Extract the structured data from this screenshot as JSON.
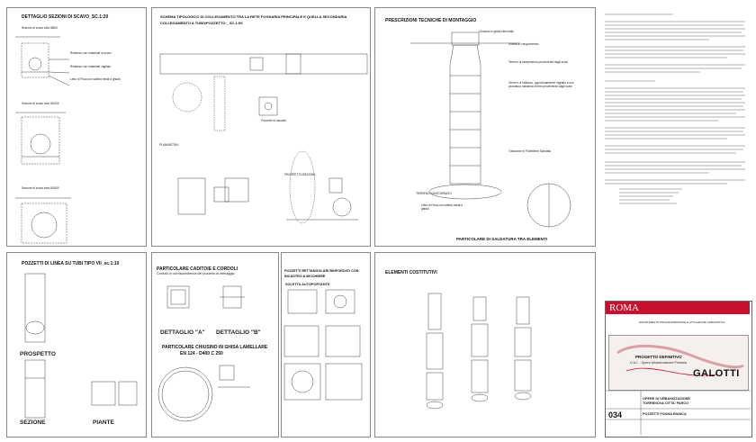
{
  "panels": {
    "p1_title": "DETTAGLIO SEZIONI DI SCAVO_SC.1:20",
    "p1_sub1": "Sezione di scavo tubo Ø800",
    "p1_sub2": "Sezione di scavo tubo Ø1200",
    "p1_sub3": "Sezione di scavo tubo Ø1600",
    "p1_notes": [
      "Rinfianco con materiale di scavo",
      "Rinfianco con materiale vagliato",
      "Letto di Posa con sabbia mista a ghiaia"
    ],
    "p2_title": "SCHEMA TIPOLOGICO DI COLLEGAMENTO TRA LA RETE FOGNARIA PRINCIPALE E QUELLA SECONDARIA",
    "p2_sub": "COLLEGAMENTO A TUBO/POZZETTO _ SC.1:50",
    "p2_labels": [
      "PLANIMETRIA",
      "PROSPETTO/SEZIONE",
      "Pozzetto di raccolta"
    ],
    "p3_title": "PRESCRIZIONI TECNICHE DI MONTAGGIO",
    "p3_notes": [
      "Chiusino in ghisa sferoidale",
      "Soletta in conglomerato",
      "Terreno di riempimento proveniente dagli scavi",
      "Terreno di rinfianco, opportunamente vagliato e con pezzatura massima 40mm proveniente dagli scavi",
      "Tubazione in Polietilene Spiralato",
      "TERRENO INDISTURBATO",
      "Letto di Posa con sabbia mista a ghiaia"
    ],
    "p3_sub": "PARTICOLARE DI SALDATURA TRA ELEMENTI",
    "p4_title": "POZZETTI DI LINEA SU TUBI TIPO VII_sc.1:10",
    "p4_labels": [
      "PROSPETTO",
      "SEZIONE",
      "PIANTE"
    ],
    "p5_title": "PARTICOLARE CADITOIE E CORDOLI",
    "p5_sub": "Cordolo in corrispondenza dei pozzetti di drenaggio",
    "p5_labels": [
      "DETTAGLIO \"A\"",
      "DETTAGLIO \"B\""
    ],
    "p5_title2": "PARTICOLARE CHIUSINO IN GHISA LAMELLARE",
    "p5_title2b": "EN 124 - D400 C 250",
    "p6_title": "POZZETTI RETTANGOLARI RINFORZATI CON INCASTRO A BICCHIERE",
    "p6_sub": "SOLETTA AUTOPORTANTE",
    "p7_title": "ELEMENTI COSTITUTIVI"
  },
  "titleblock": {
    "city": "ROMA",
    "dept": "DIPARTIMENTO PROGRAMMAZIONE E ATTUAZIONE URBANISTICA",
    "project": "PROGETTO DEFINITIVO",
    "project_sub": "O.U.I. - Opere Urbanizzazione Primaria",
    "firm": "GALOTTI",
    "work": "OPERE DI URBANIZZAZIONE",
    "work2": "TORRENOVA CITTA' PARCO",
    "sheet_no": "034",
    "sheet_title": "POZZETTI FOGNA BIANCA"
  },
  "colors": {
    "line": "#444444",
    "frame": "#888888",
    "accent_red": "#c8102e",
    "map_pink": "#d9a0a8"
  }
}
